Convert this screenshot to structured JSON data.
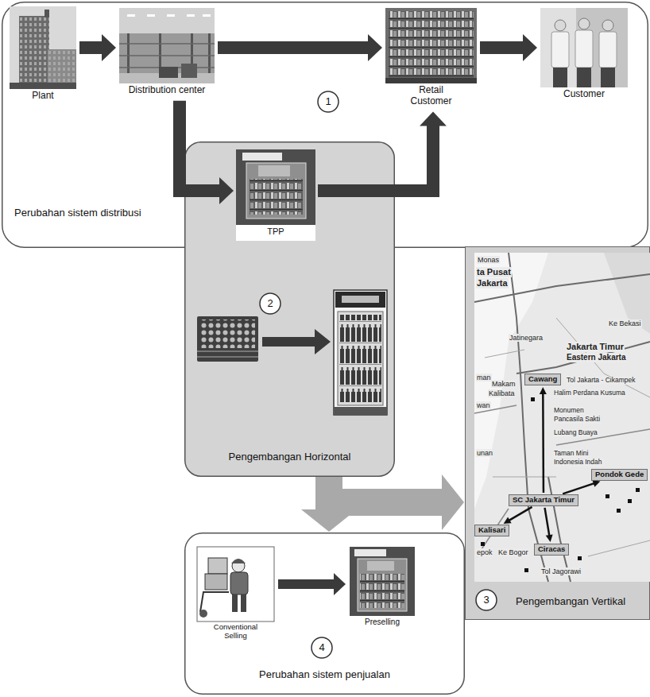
{
  "diagram": {
    "nodes": [
      {
        "text": [
          "Perubahan sistem distribusi"
        ]
      },
      {
        "text": [
          "Plant"
        ],
        "in": 0
      },
      {
        "text": [
          "Distribution center"
        ],
        "in": 0
      },
      {
        "text": [
          "Retail Customer"
        ],
        "in": 0
      },
      {
        "text": [
          "Customer"
        ],
        "in": 0
      },
      {
        "text": [
          "1"
        ],
        "in": 0
      },
      {
        "text": [
          "Pengembangan Horizontal"
        ]
      },
      {
        "text": [
          "TPP"
        ],
        "in": 6
      },
      {
        "text": [
          "2"
        ],
        "in": 6
      },
      {
        "text": [
          "Pengembangan Vertikal"
        ]
      },
      {
        "text": [
          "Cawang"
        ],
        "in": 9
      },
      {
        "text": [
          "Pondok Gede"
        ],
        "in": 9
      },
      {
        "text": [
          "SC Jakarta Timur"
        ],
        "in": 9
      },
      {
        "text": [
          "Kalisari"
        ],
        "in": 9
      },
      {
        "text": [
          "Ciracas"
        ],
        "in": 9
      },
      {
        "text": [
          "3"
        ],
        "in": 9
      },
      {
        "text": [
          "Perubahan sistem penjualan"
        ]
      },
      {
        "text": [
          "Conventional Selling"
        ],
        "in": 16
      },
      {
        "text": [
          "4"
        ],
        "in": 16
      },
      {
        "text": [
          "Preselling"
        ],
        "in": 16
      }
    ],
    "edges": [
      {
        "from": 1,
        "to": 2,
        "arrow": "to"
      },
      {
        "from": 2,
        "to": 3,
        "arrow": "to"
      },
      {
        "from": 3,
        "to": 4,
        "arrow": "to"
      },
      {
        "from": 2,
        "to": 7,
        "arrow": "to"
      },
      {
        "from": 7,
        "to": 3,
        "arrow": "to"
      },
      {
        "from": 6,
        "to": 9,
        "arrow": "to"
      },
      {
        "from": 6,
        "to": 16,
        "arrow": "to"
      },
      {
        "from": 12,
        "to": 10,
        "arrow": "to"
      },
      {
        "from": 12,
        "to": 11,
        "arrow": "to"
      },
      {
        "from": 12,
        "to": 13,
        "arrow": "to"
      },
      {
        "from": 12,
        "to": 14,
        "arrow": "to"
      },
      {
        "from": 17,
        "to": 19,
        "arrow": "to"
      }
    ],
    "labels": [
      "Monas",
      "ta Pusat",
      "Jakarta",
      "Jatinegara",
      "Ke Bekasi",
      "Jakarta Timur",
      "Eastern Jakarta",
      "Tol Jakarta - Cikampek",
      "man",
      "Makam",
      "Kalibata",
      "Halim Perdana Kusuma",
      "wan",
      "Monumen",
      "Pancasila Sakti",
      "Lubang Buaya",
      "Taman Mini",
      "Indonesia Indah",
      "unan",
      "epok",
      "Ke Bogor",
      "Tol Jagorawi"
    ]
  }
}
